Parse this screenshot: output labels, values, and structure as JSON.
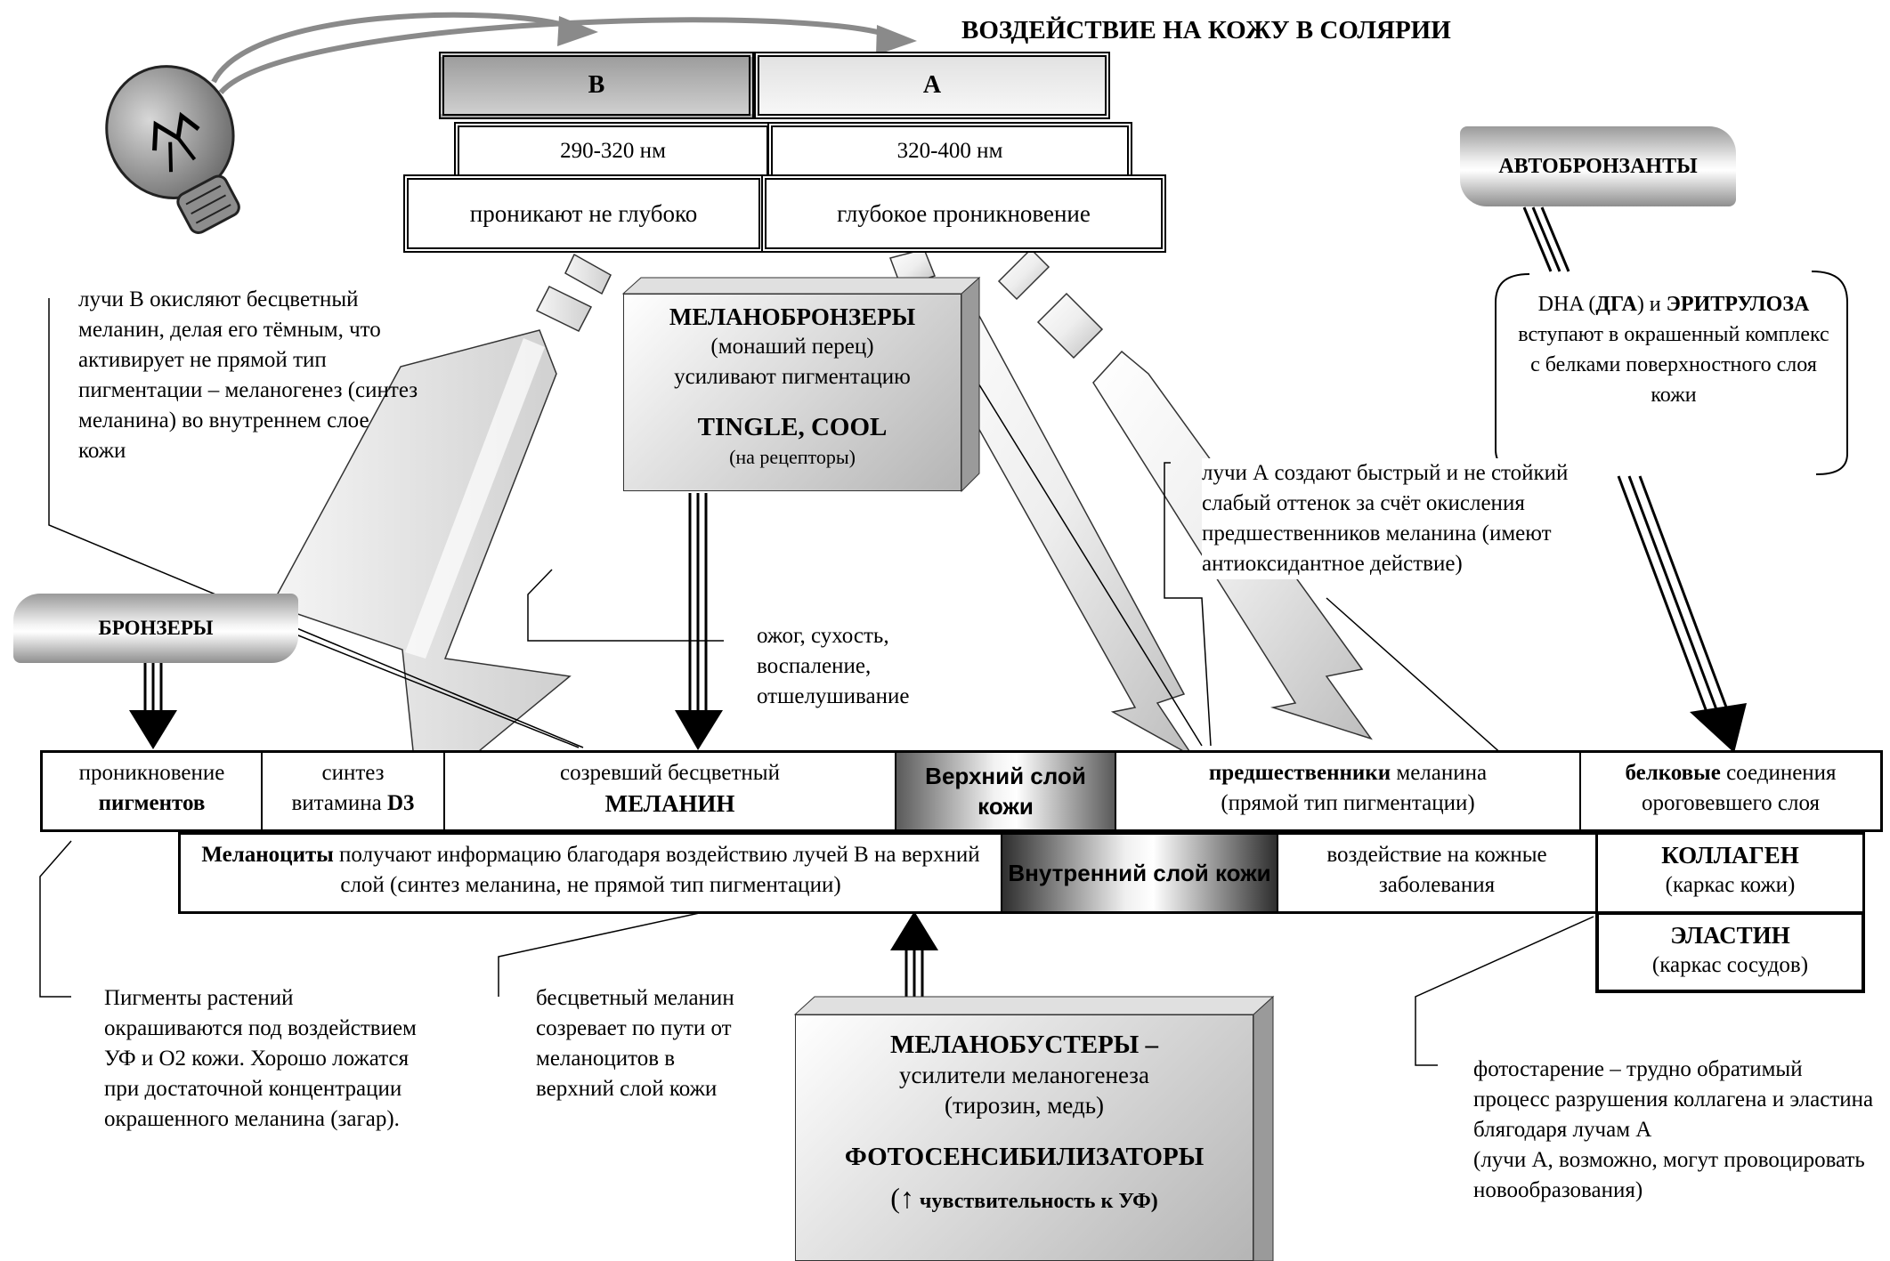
{
  "title": "ВОЗДЕЙСТВИЕ НА КОЖУ В СОЛЯРИИ",
  "rays": {
    "b_label": "B",
    "a_label": "A",
    "b_range": "290-320 нм",
    "a_range": "320-400 нм",
    "b_penetration": "проникают не глубоко",
    "a_penetration": "глубокое проникновение"
  },
  "autobronzers": {
    "label": "АВТОБРОНЗАНТЫ",
    "desc_dha": "DHA (",
    "desc_dha_bold": "ДГА",
    "desc_and": ") и",
    "desc_erythrulose": "ЭРИТРУЛОЗА",
    "desc_rest": " вступают в окрашенный комплекс с белками поверхностного слоя кожи"
  },
  "ray_b_note": "лучи В окисляют бесцветный меланин, делая его тёмным, что активирует не прямой тип пигментации – меланогенез (синтез меланина) во внутреннем слое кожи",
  "melanobronzers": {
    "title": "МЕЛАНОБРОНЗЕРЫ",
    "sub1": "(монаший перец)",
    "sub2": "усиливают пигментацию",
    "title2": "TINGLE, COOL",
    "sub3": "(на рецепторы)"
  },
  "ray_a_note": "лучи А создают быстрый и не стойкий слабый оттенок за счёт окисления предшественников меланина (имеют антиоксидантное действие)",
  "bronzers": {
    "label": "БРОНЗЕРЫ"
  },
  "burn_note": "ожог, сухость, воспаление, отшелушивание",
  "upper_row": {
    "cell1_a": "проникновение",
    "cell1_b": "пигментов",
    "cell2_a": "синтез",
    "cell2_b": "витамина ",
    "cell2_c": "D3",
    "cell3_a": "созревший бесцветный",
    "cell3_b": "МЕЛАНИН",
    "upper_layer": "Верхний слой кожи",
    "cell5_bold": "предшественники",
    "cell5_a": " меланина",
    "cell5_b": "(прямой тип пигментации)",
    "cell6_bold": "белковые",
    "cell6_a": " соединения",
    "cell6_b": "ороговевшего слоя"
  },
  "lower_row": {
    "melanocytes_bold": "Меланоциты",
    "melanocytes_text": " получают информацию благодаря воздействию лучей В на верхний слой (синтез меланина, не прямой тип пигментации)",
    "inner_layer": "Внутренний слой кожи",
    "diseases": "воздействие на кожные заболевания",
    "collagen_title": "КОЛЛАГЕН",
    "collagen_sub": "(каркас кожи)",
    "elastin_title": "ЭЛАСТИН",
    "elastin_sub": "(каркас сосудов)"
  },
  "pigments_note": "Пигменты растений окрашиваются  под воздействием УФ и О2 кожи. Хорошо ложатся при достаточной концентрации окрашенного меланина (загар).",
  "melanin_note": "бесцветный меланин созревает по пути от меланоцитов в верхний слой кожи",
  "melanoboosters": {
    "title": "МЕЛАНОБУСТЕРЫ –",
    "sub1": "усилители меланогенеза",
    "sub2": "(тирозин, медь)",
    "title2": "ФОТОСЕНСИБИЛИЗАТОРЫ",
    "arrow": "↑",
    "sub3": " чувствительность к УФ)",
    "paren_open": "("
  },
  "photoaging_note": "фотостарение – трудно обратимый процесс разрушения коллагена и  эластина блягодаря лучам А\n(лучи А, возможно,  могут провоцировать новообразования)"
}
